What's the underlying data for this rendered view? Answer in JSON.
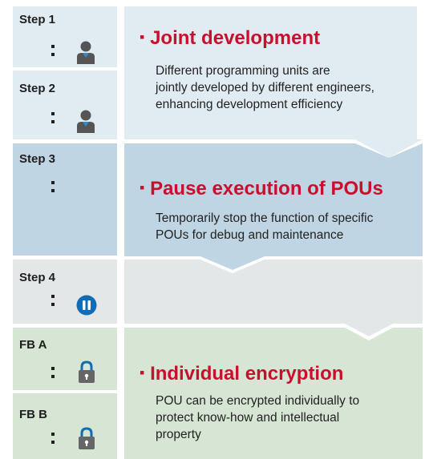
{
  "steps": [
    {
      "label": "Step 1",
      "icon": "person-icon"
    },
    {
      "label": "Step 2",
      "icon": "person-icon"
    },
    {
      "label": "Step 3",
      "icon": ""
    },
    {
      "label": "Step 4",
      "icon": "pause-icon"
    },
    {
      "label": "FB A",
      "icon": "lock-icon"
    },
    {
      "label": "FB B",
      "icon": "lock-icon"
    }
  ],
  "sections": [
    {
      "bullet": "▪",
      "title": "Joint development",
      "lines": [
        "Different programming units are",
        "jointly developed by different engineers,",
        "enhancing development efficiency"
      ]
    },
    {
      "bullet": "▪",
      "title": "Pause execution of POUs",
      "lines": [
        "Temporarily stop the function of specific",
        "POUs for debug and maintenance"
      ]
    },
    {
      "bullet": "▪",
      "title": "Individual encryption",
      "lines": [
        "POU can be encrypted individually to",
        "protect know-how and intellectual",
        "property"
      ]
    }
  ],
  "colors": {
    "joint_bg": "#e1ecf2",
    "pause_bg": "#bfd5e3",
    "step4_bg": "#e4e7e8",
    "encrypt_bg": "#d6e5d4",
    "title_red": "#c8102e",
    "pause_blue": "#0f6cb6"
  }
}
